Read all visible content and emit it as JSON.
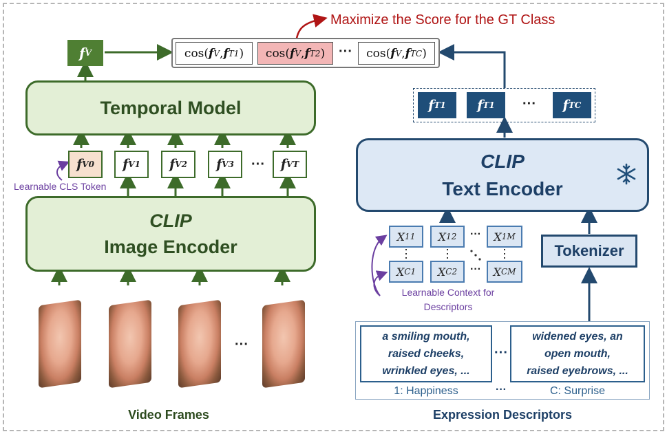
{
  "header": {
    "goal": "Maximize the Score for the GT Class"
  },
  "scores": {
    "s1": {
      "prefix": "cos(",
      "f": "f",
      "sup1": "V",
      "mid": ",",
      "f2": "f",
      "sup2": "T",
      "sub2": "1",
      "suffix": ")"
    },
    "s2": {
      "prefix": "cos(",
      "f": "f",
      "sup1": "V",
      "mid": ",",
      "f2": "f",
      "sup2": "T",
      "sub2": "2",
      "suffix": ")"
    },
    "s3": {
      "prefix": "cos(",
      "f": "f",
      "sup1": "V",
      "mid": ",",
      "f2": "f",
      "sup2": "T",
      "sub2": "C",
      "suffix": ")"
    },
    "ellipsis": "···"
  },
  "video_feature": {
    "base": "f",
    "sup": "V"
  },
  "temporal_model": {
    "label": "Temporal Model"
  },
  "frame_tokens": [
    {
      "base": "f",
      "sup": "V",
      "sub": "0"
    },
    {
      "base": "f",
      "sup": "V",
      "sub": "1"
    },
    {
      "base": "f",
      "sup": "V",
      "sub": "2"
    },
    {
      "base": "f",
      "sup": "V",
      "sub": "3"
    },
    {
      "base": "f",
      "sup": "V",
      "sub": "T"
    }
  ],
  "token_ellipsis": "···",
  "cls_label": "Learnable CLS Token",
  "image_encoder": {
    "line1": "CLIP",
    "line2": "Image Encoder"
  },
  "frames_ellipsis": "···",
  "video_frames_label": "Video Frames",
  "text_features": [
    {
      "base": "f",
      "sup": "T",
      "sub": "1"
    },
    {
      "base": "f",
      "sup": "T",
      "sub": "1"
    },
    {
      "base": "f",
      "sup": "T",
      "sub": "C"
    }
  ],
  "text_features_ellipsis": "···",
  "text_encoder": {
    "line1": "CLIP",
    "line2": "Text Encoder",
    "frozen_icon": "snowflake-icon"
  },
  "tokenizer": {
    "label": "Tokenizer"
  },
  "context_grid": {
    "top": [
      {
        "base": "X",
        "sup": "1",
        "sub": "1"
      },
      {
        "base": "X",
        "sup": "1",
        "sub": "2"
      },
      {
        "base": "X",
        "sup": "1",
        "sub": "M"
      }
    ],
    "bottom": [
      {
        "base": "X",
        "sup": "C",
        "sub": "1"
      },
      {
        "base": "X",
        "sup": "C",
        "sub": "2"
      },
      {
        "base": "X",
        "sup": "C",
        "sub": "M"
      }
    ],
    "h_ellipsis": "···"
  },
  "context_label": {
    "line1": "Learnable Context for",
    "line2": "Descriptors"
  },
  "descriptors": {
    "d1": {
      "l1": "a smiling mouth,",
      "l2": "raised cheeks,",
      "l3": "wrinkled eyes, ...",
      "class": "1: Happiness"
    },
    "dc": {
      "l1": "widened eyes, an",
      "l2": "open mouth,",
      "l3": "raised eyebrows, ...",
      "class": "C: Surprise"
    },
    "ellipsis": "···"
  },
  "expression_label": "Expression Descriptors",
  "colors": {
    "green_border": "#3d6b2a",
    "green_fill": "#e3efd6",
    "blue_border": "#23496e",
    "blue_fill": "#dde8f5",
    "highlight": "#f3b6b6",
    "red": "#b01515",
    "purple": "#6b3fa0"
  }
}
